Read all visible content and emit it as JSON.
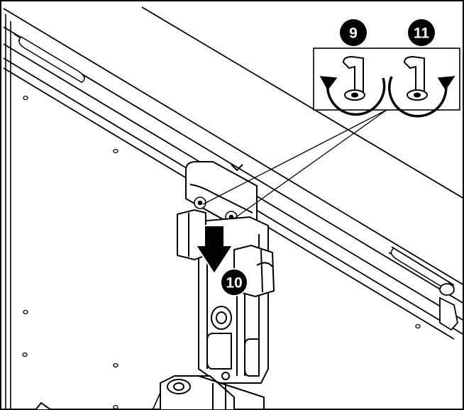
{
  "figure": {
    "background": "#ffffff",
    "line_color": "#000000",
    "fill_dark": "#000000",
    "fill_light": "#ffffff"
  },
  "steps": {
    "step_9": "9",
    "step_10": "10",
    "step_11": "11"
  },
  "icons": {
    "loosen": "counterclockwise-rotate-arrow-icon",
    "tighten": "clockwise-rotate-arrow-icon",
    "hex_key": "allen-key-icon",
    "push_down": "down-arrow-icon"
  }
}
